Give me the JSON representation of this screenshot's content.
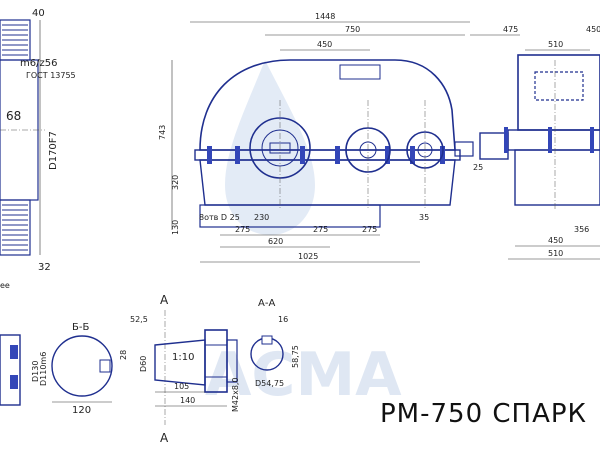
{
  "watermark": "АСМА",
  "title": "РМ-750 СПАРК",
  "colors": {
    "outline": "#1f2f8f",
    "accent": "#3346b8",
    "watermark": "#dfe7f3"
  },
  "shaft_view": {
    "dims": {
      "top": "40",
      "fit": "m6/z56",
      "standard": "ГОСТ 13755",
      "len": "68",
      "diam": "D170F7",
      "bottom": "32",
      "cut": "ее"
    }
  },
  "main_view": {
    "dims": {
      "total": "1448",
      "mid": "750",
      "inner": "450",
      "height": "743",
      "axis": "320",
      "base": "130",
      "hole": "8отв D 25",
      "pitch1": "230",
      "p1": "275",
      "p2": "275",
      "p3": "275",
      "span": "620",
      "length": "1025",
      "shaft_d": "25",
      "step": "35"
    }
  },
  "side_view": {
    "dims": {
      "top_left": "475",
      "top_mid": "510",
      "top_right": "450",
      "b1": "356",
      "b2": "450",
      "b3": "510"
    }
  },
  "section_bb": {
    "label": "Б-Б",
    "dims": {
      "d1": "D130",
      "d2": "D110m6",
      "key": "28",
      "width": "120"
    }
  },
  "section_a": {
    "label_top": "А",
    "label_bottom": "А",
    "dims": {
      "off": "52,5",
      "d": "D60",
      "taper": "1:10",
      "l1": "105",
      "l2": "140",
      "thread": "M42x8,0"
    }
  },
  "section_aa": {
    "label": "А-А",
    "dims": {
      "w": "16",
      "h": "58,75",
      "d": "D54,75"
    }
  }
}
